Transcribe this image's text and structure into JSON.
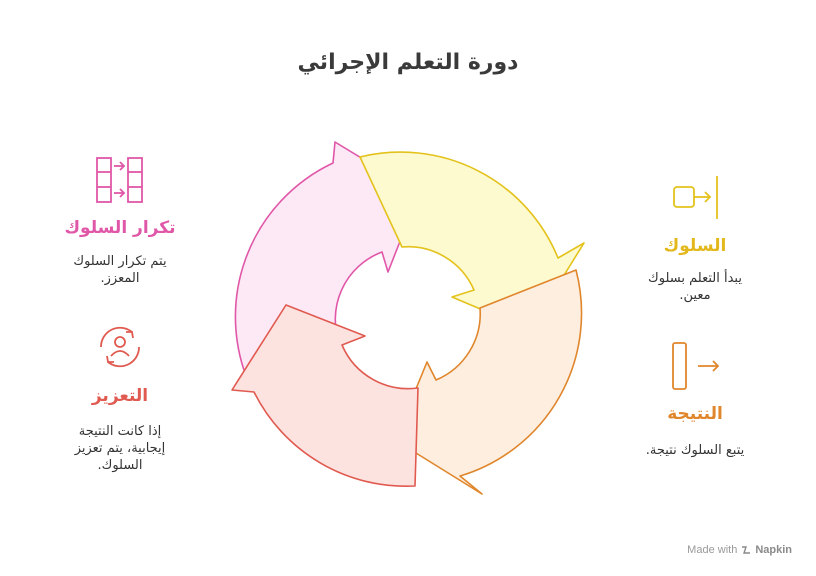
{
  "title": "دورة التعلم الإجرائي",
  "steps": [
    {
      "label": "السلوك",
      "desc_line1": "يبدأ التعلم بسلوك",
      "desc_line2": "معين.",
      "color": "#e3c21c",
      "icon": "enter-box-icon"
    },
    {
      "label": "النتيجة",
      "desc_line1": "يتبع السلوك نتيجة.",
      "desc_line2": "",
      "color": "#e0862c",
      "icon": "bar-arrow-icon"
    },
    {
      "label": "التعزيز",
      "desc_line1": "إذا كانت النتيجة",
      "desc_line2": "إيجابية، يتم تعزيز",
      "desc_line3": "السلوك.",
      "color": "#e05a50",
      "icon": "person-cycle-icon"
    },
    {
      "label": "تكرار السلوك",
      "desc_line1": "يتم تكرار السلوك",
      "desc_line2": "المعزز.",
      "color": "#e057a8",
      "icon": "repeat-grid-icon"
    }
  ],
  "footer": {
    "made_with": "Made with",
    "brand": "Napkin"
  }
}
